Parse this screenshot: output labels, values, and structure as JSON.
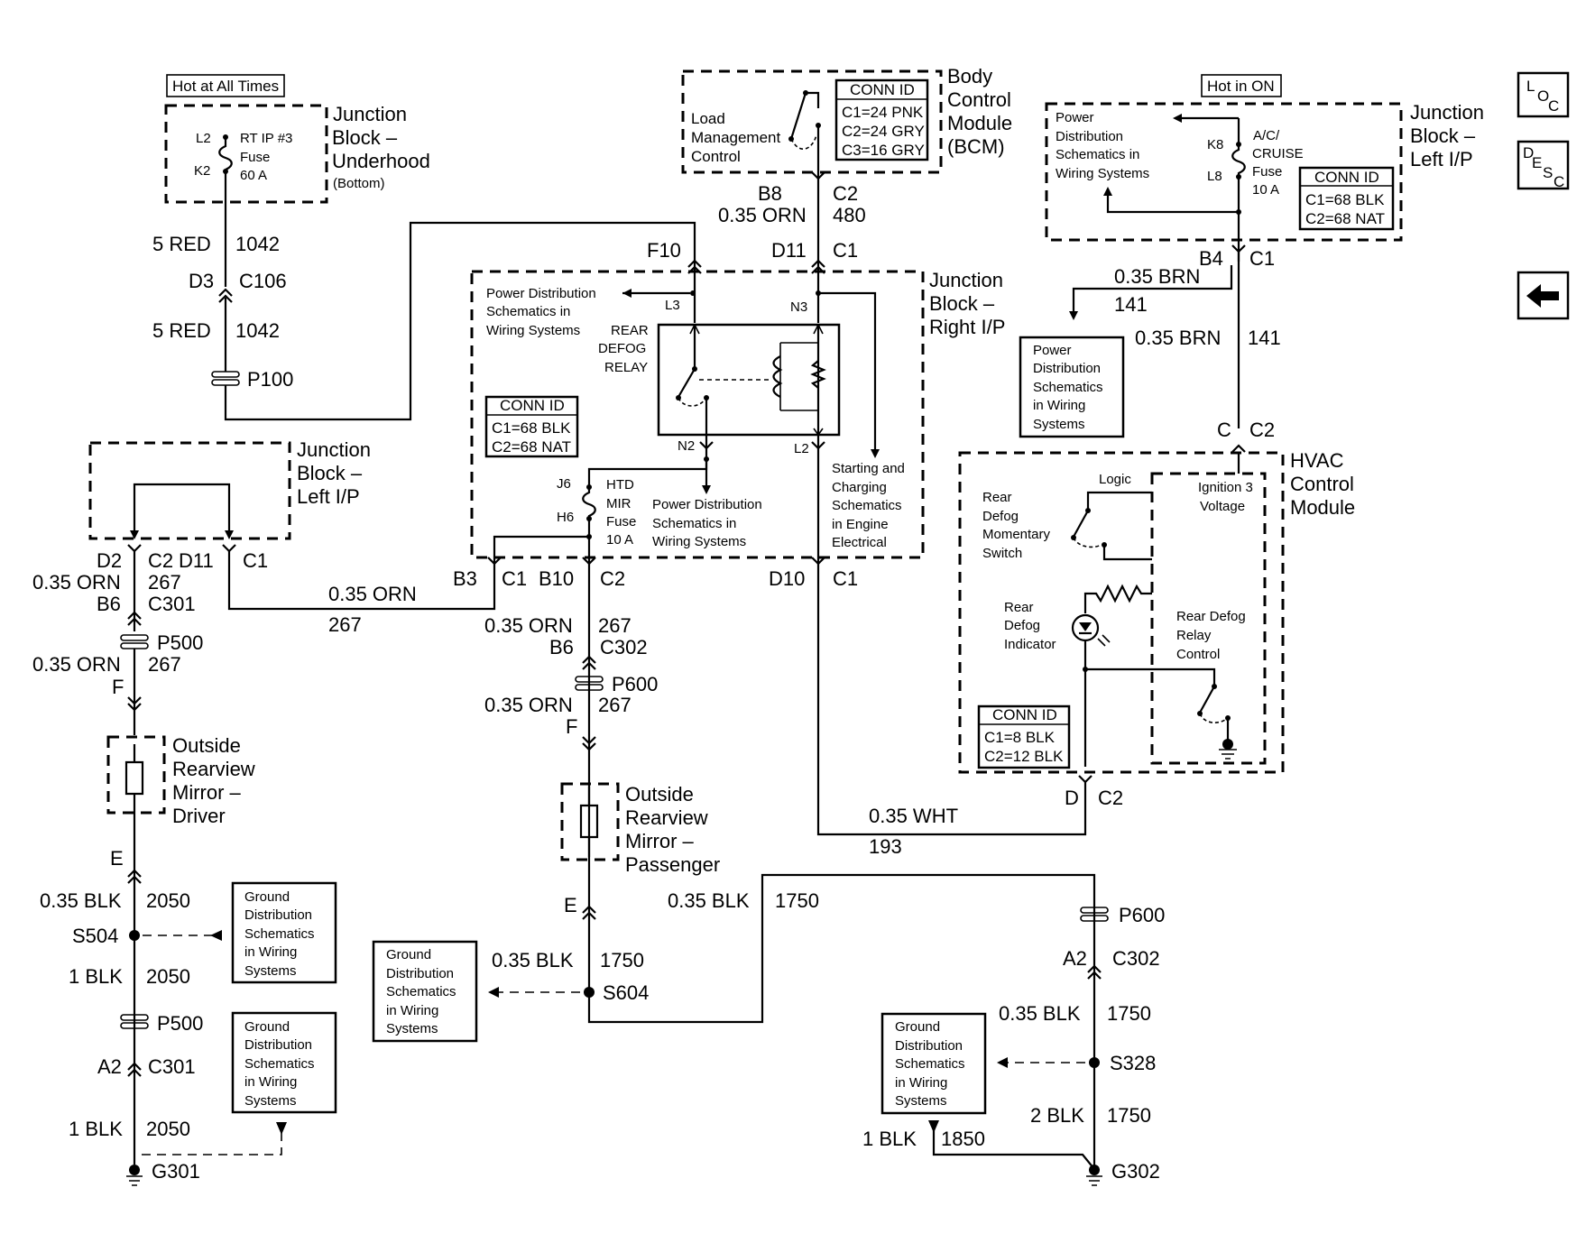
{
  "nav": {
    "loc_L": "L",
    "loc_O": "O",
    "loc_C": "C",
    "desc_D": "D",
    "desc_E": "E",
    "desc_S": "S",
    "desc_C": "C",
    "back_icon": "left-arrow-icon"
  },
  "labels": {
    "hot_at_all_times": "Hot at All Times",
    "hot_in_on": "Hot in ON",
    "jb_underhood": [
      "Junction",
      "Block –",
      "Underhood",
      "(Bottom)"
    ],
    "fuse_60": [
      "RT IP #3",
      "Fuse",
      "60 A"
    ],
    "l2": "L2",
    "k2": "K2",
    "bcm": [
      "Body",
      "Control",
      "Module",
      "(BCM)"
    ],
    "load_mgmt": [
      "Load",
      "Management",
      "Control"
    ],
    "bcm_conn": [
      "CONN ID",
      "C1=24 PNK",
      "C2=24 GRY",
      "C3=16 GRY"
    ],
    "jb_left_top": [
      "Junction",
      "Block –",
      "Left I/P"
    ],
    "pds_top_right": [
      "Power",
      "Distribution",
      "Schematics in",
      "Wiring Systems"
    ],
    "k8": "K8",
    "l8": "L8",
    "ac_fuse": [
      "A/C/",
      "CRUISE",
      "Fuse",
      "10 A"
    ],
    "jbl_conn": [
      "CONN ID",
      "C1=68 BLK",
      "C2=68 NAT"
    ],
    "w_5red_top": "5 RED",
    "w_1042_top": "1042",
    "d3": "D3",
    "c106": "C106",
    "w_5red_bot": "5 RED",
    "w_1042_bot": "1042",
    "p100": "P100",
    "b8": "B8",
    "c2_bcm": "C2",
    "w_035orn_480": "0.35 ORN",
    "n_480": "480",
    "f10": "F10",
    "d11_top": "D11",
    "c1_top": "C1",
    "jb_right": [
      "Junction",
      "Block –",
      "Right I/P"
    ],
    "pds_jbr": [
      "Power Distribution",
      "Schematics in",
      "Wiring Systems"
    ],
    "l3": "L3",
    "n3": "N3",
    "relay": [
      "REAR",
      "DEFOG",
      "RELAY"
    ],
    "jbr_conn": [
      "CONN ID",
      "C1=68 BLK",
      "C2=68 NAT"
    ],
    "n2": "N2",
    "l2_jbr": "L2",
    "j6": "J6",
    "h6": "H6",
    "htd_fuse": [
      "HTD",
      "MIR",
      "Fuse",
      "10 A"
    ],
    "pds_mid": [
      "Power Distribution",
      "Schematics in",
      "Wiring Systems"
    ],
    "start_charge": [
      "Starting and",
      "Charging",
      "Schematics",
      "in Engine",
      "Electrical"
    ],
    "b4": "B4",
    "c1_b4": "C1",
    "w_035brn_a": "0.35 BRN",
    "n_141_a": "141",
    "w_035brn_b": "0.35 BRN",
    "n_141_b": "141",
    "pds_brn": [
      "Power",
      "Distribution",
      "Schematics",
      "in Wiring",
      "Systems"
    ],
    "c_hvac": "C",
    "c2_hvac": "C2",
    "hvac": [
      "HVAC",
      "Control",
      "Module"
    ],
    "logic": "Logic",
    "ign3": [
      "Ignition 3",
      "Voltage"
    ],
    "rear_sw": [
      "Rear",
      "Defog",
      "Momentary",
      "Switch"
    ],
    "rear_ind": [
      "Rear",
      "Defog",
      "Indicator"
    ],
    "rear_relay_ctrl": [
      "Rear Defog",
      "Relay",
      "Control"
    ],
    "hvac_conn": [
      "CONN ID",
      "C1=8 BLK",
      "C2=12 BLK"
    ],
    "jb_left_mid": [
      "Junction",
      "Block –",
      "Left I/P"
    ],
    "d2": "D2",
    "c2_d2": "C2",
    "d11_mid": "D11",
    "c1_mid": "C1",
    "w_035orn_267_a": "0.35 ORN",
    "n_267_a": "267",
    "b6_a": "B6",
    "c301_a": "C301",
    "p500_a": "P500",
    "w_035orn_267_b": "0.35 ORN",
    "n_267_b": "267",
    "f_a": "F",
    "mirror_driver": [
      "Outside",
      "Rearview",
      "Mirror –",
      "Driver"
    ],
    "e_a": "E",
    "w_035blk_2050": "0.35 BLK",
    "n_2050_a": "2050",
    "s504": "S504",
    "gds_1": [
      "Ground",
      "Distribution",
      "Schematics",
      "in Wiring",
      "Systems"
    ],
    "w_1blk_2050": "1 BLK",
    "n_2050_b": "2050",
    "p500_b": "P500",
    "gds_2": [
      "Ground",
      "Distribution",
      "Schematics",
      "in Wiring",
      "Systems"
    ],
    "a2_a": "A2",
    "c301_b": "C301",
    "w_1blk_2050_b": "1 BLK",
    "n_2050_c": "2050",
    "g301": "G301",
    "w_035orn_mid": "0.35 ORN",
    "n_267_mid": "267",
    "b3": "B3",
    "c1_b3": "C1",
    "b10": "B10",
    "c2_b10": "C2",
    "d10": "D10",
    "c1_d10": "C1",
    "w_035orn_267_c": "0.35 ORN",
    "n_267_c": "267",
    "b6_b": "B6",
    "c302_a": "C302",
    "p600_a": "P600",
    "w_035orn_267_d": "0.35 ORN",
    "n_267_d": "267",
    "f_b": "F",
    "mirror_pass": [
      "Outside",
      "Rearview",
      "Mirror –",
      "Passenger"
    ],
    "e_b": "E",
    "w_035blk_1750_a": "0.35 BLK",
    "n_1750_a": "1750",
    "s604": "S604",
    "gds_3": [
      "Ground",
      "Distribution",
      "Schematics",
      "in Wiring",
      "Systems"
    ],
    "w_035blk_1750_top": "0.35 BLK",
    "n_1750_top": "1750",
    "w_035wht": "0.35 WHT",
    "n_193": "193",
    "d_hvac": "D",
    "c2_d": "C2",
    "p600_b": "P600",
    "a2_b": "A2",
    "c302_b": "C302",
    "w_035blk_1750_b": "0.35 BLK",
    "n_1750_b": "1750",
    "s328": "S328",
    "gds_4": [
      "Ground",
      "Distribution",
      "Schematics",
      "in Wiring",
      "Systems"
    ],
    "w_2blk": "2 BLK",
    "n_1750_c": "1750",
    "w_1blk_1850": "1 BLK",
    "n_1850": "1850",
    "g302": "G302"
  }
}
